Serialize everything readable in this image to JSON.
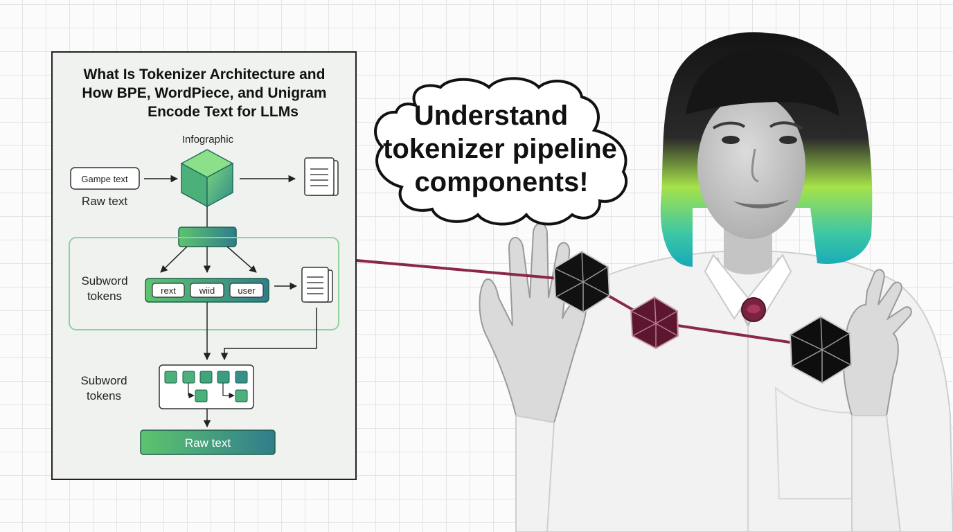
{
  "infographic": {
    "title_lines": [
      "What Is Tokenizer Architecture and",
      "How BPE, WordPiece, and Unigram",
      "Encode Text for LLMs"
    ],
    "label": "Infographic",
    "input_box": "Gampe text",
    "input_caption": "Raw text",
    "subword_label_1": [
      "Subword",
      "tokens"
    ],
    "tokens": [
      "rext",
      "wiid",
      "user"
    ],
    "subword_label_2": [
      "Subword",
      "tokens"
    ],
    "output_box": "Raw text"
  },
  "speech_bubble": {
    "lines": [
      "Understand",
      "tokenizer pipeline",
      "components!"
    ]
  },
  "colors": {
    "accent_green": "#5ec46e",
    "accent_teal": "#2f7d8c",
    "connector": "#8a2845",
    "hair_green": "#9be040",
    "hair_teal": "#1fb5b8"
  }
}
